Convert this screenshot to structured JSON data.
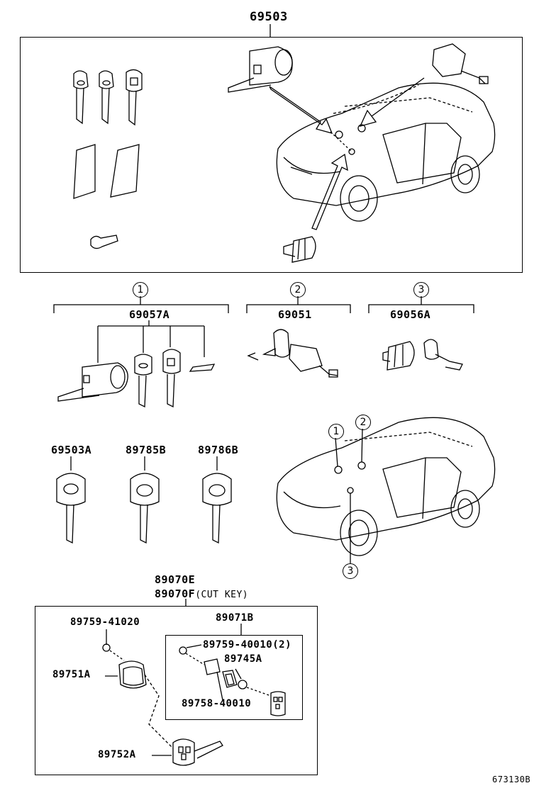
{
  "labels": {
    "main_assembly": "69503",
    "group1_part": "69057A",
    "group2_part": "69051",
    "group3_part": "69056A",
    "key1": "69503A",
    "key2": "89785B",
    "key3": "89786B",
    "transmitter_1": "89070E",
    "transmitter_2": "89070F",
    "transmitter_2_note": "(CUT KEY)",
    "screw_1": "89759-41020",
    "case": "89071B",
    "screw_2": "89759-40010(2)",
    "battery": "89745A",
    "plate": "89758-40010",
    "cover": "89751A",
    "key_blank": "89752A",
    "figure_id": "673130B"
  },
  "callouts": {
    "c1": "1",
    "c2": "2",
    "c3": "3"
  },
  "colors": {
    "line": "#000000",
    "background": "#ffffff"
  }
}
